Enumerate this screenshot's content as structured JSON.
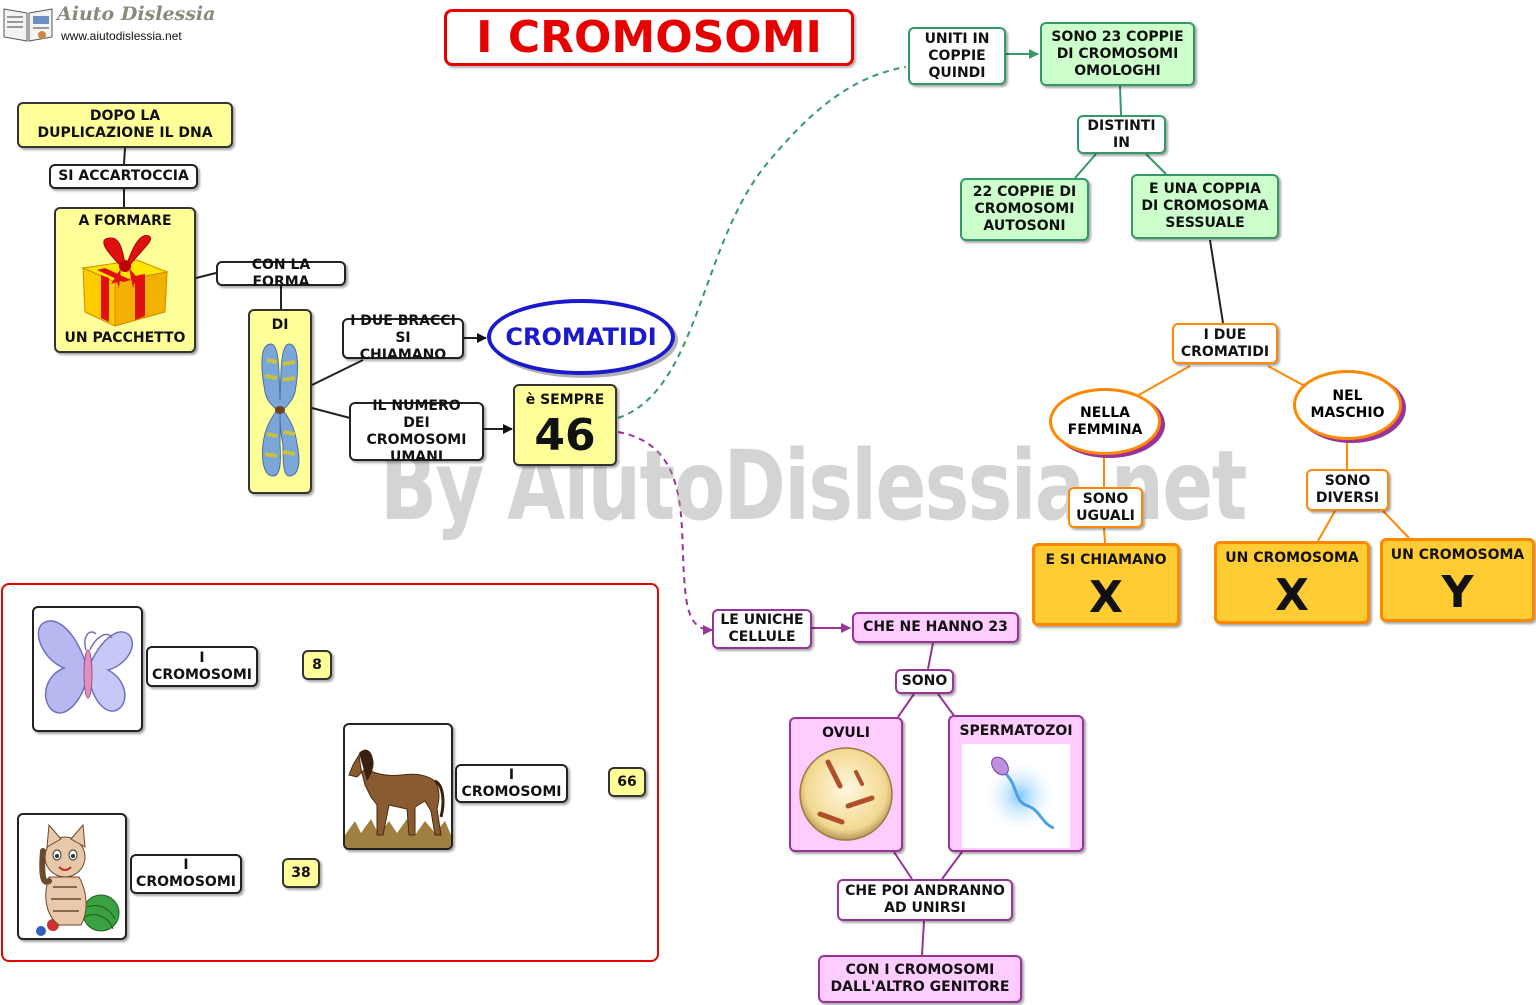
{
  "logo": {
    "brand": "Aiuto Dislessia",
    "url": "www.aiutodislessia.net"
  },
  "title": "I CROMOSOMI",
  "watermark": "By AiutoDislessia.net",
  "nodes": {
    "dopo": "DOPO LA DUPLICAZIONE IL DNA",
    "accartoccia": "SI ACCARTOCCIA",
    "formare": "A FORMARE",
    "pacchetto": "UN PACCHETTO",
    "forma": "CON LA FORMA",
    "di": "DI",
    "bracci": "I DUE BRACCI SI CHIAMANO",
    "cromatidi": "CROMATIDI",
    "numero": "IL NUMERO DEI CROMOSOMI UMANI",
    "sempre": "è SEMPRE",
    "n46": "46",
    "uniti": "UNITI IN COPPIE QUINDI",
    "coppie23": "SONO 23 COPPIE DI CROMOSOMI OMOLOGHI",
    "distinti": "DISTINTI IN",
    "autosomi": "22 COPPIE DI CROMOSOMI AUTOSONI",
    "sessuale": "E UNA COPPIA DI CROMOSOMA SESSUALE",
    "duecromatidi": "I DUE CROMATIDI",
    "femmina": "NELLA FEMMINA",
    "maschio": "NEL MASCHIO",
    "uguali": "SONO UGUALI",
    "diversi": "SONO DIVERSI",
    "chiamano": "E SI CHIAMANO",
    "x1": "X",
    "uncromosoma1": "UN CROMOSOMA",
    "x2": "X",
    "uncromosoma2": "UN CROMOSOMA",
    "y": "Y",
    "uniche": "LE UNICHE CELLULE",
    "hanno23": "CHE NE HANNO 23",
    "sono": "SONO",
    "ovuli": "OVULI",
    "spermatozoi": "SPERMATOZOI",
    "unirsi": "CHE POI ANDRANNO AD UNIRSI",
    "genitore": "CON I CROMOSOMI DALL'ALTRO GENITORE"
  },
  "examples": [
    {
      "animal": "butterfly",
      "label": "I CROMOSOMI",
      "value": "8"
    },
    {
      "animal": "horse",
      "label": "I CROMOSOMI",
      "value": "66"
    },
    {
      "animal": "cat",
      "label": "I CROMOSOMI",
      "value": "38"
    }
  ],
  "colors": {
    "title": "#e60000",
    "yellow_fill": "#ffff99",
    "green_fill": "#ccffcc",
    "green_border": "#339966",
    "orange_fill": "#ffcc33",
    "orange_border": "#ff8800",
    "purple_fill": "#ffccff",
    "purple_border": "#993399",
    "cromatidi_text": "#1a1acc"
  }
}
